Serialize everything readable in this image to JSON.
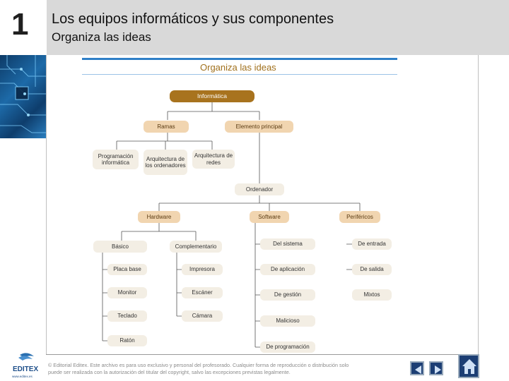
{
  "header": {
    "unit_number": "1",
    "title": "Los equipos informáticos y sus componentes",
    "subtitle": "Organiza las ideas"
  },
  "diagram": {
    "heading": "Organiza las ideas",
    "root": "Informática",
    "level1": {
      "ramas": "Ramas",
      "elemento": "Elemento principal"
    },
    "ramas_children": [
      "Programación informática",
      "Arquitectura de los ordenadores",
      "Arquitectura de redes"
    ],
    "ordenador": "Ordenador",
    "level3": {
      "hardware": "Hardware",
      "software": "Software",
      "perifericos": "Periféricos"
    },
    "hardware": {
      "basico": "Básico",
      "complementario": "Complementario",
      "basico_items": [
        "Placa base",
        "Monitor",
        "Teclado",
        "Ratón"
      ],
      "complementario_items": [
        "Impresora",
        "Escáner",
        "Cámara"
      ]
    },
    "software_items": [
      "Del sistema",
      "De aplicación",
      "De gestión",
      "Malicioso",
      "De programación"
    ],
    "perifericos_items": [
      "De entrada",
      "De salida",
      "Mixtos"
    ]
  },
  "footer": {
    "logo_text": "EDITEX",
    "logo_url": "www.editex.es",
    "copyright": "© Editorial Editex. Este archivo es para uso exclusivo y personal del profesorado. Cualquier forma de reproducción o distribución solo puede ser realizada con la autorización del titular del copyright, salvo las excepciones previstas legalmente."
  },
  "colors": {
    "root_node": "#a8731e",
    "tan_node": "#f1d5b0",
    "plain_node": "#f3eee4",
    "accent_blue": "#2f80c8",
    "nav_button": "#1c3e74"
  }
}
